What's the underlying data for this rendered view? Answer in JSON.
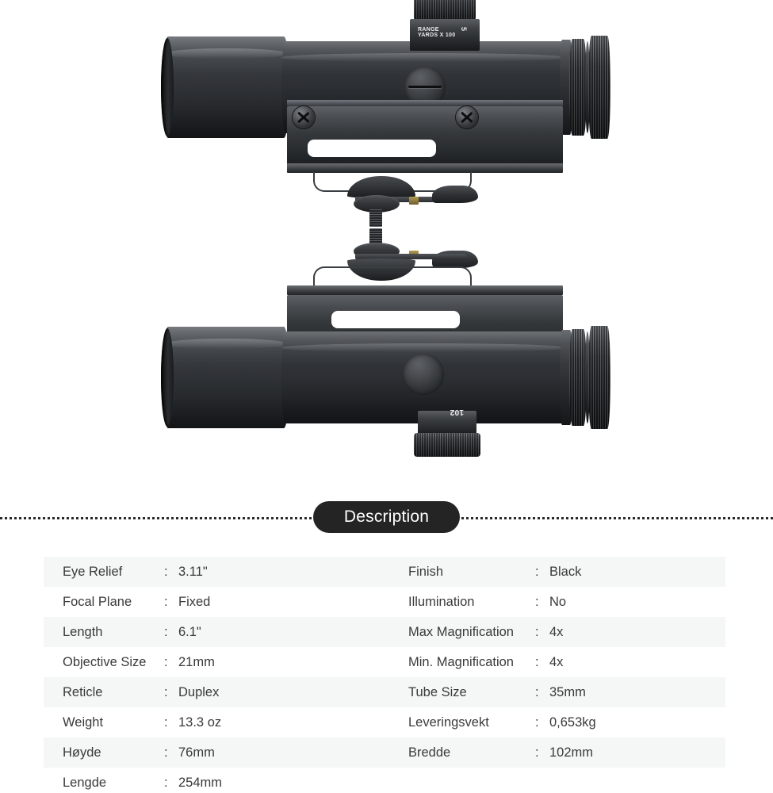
{
  "product_image": {
    "alt": "Two 4x35 prism rifle scopes with quick-detach mounts, upper upright and lower inverted",
    "upper_scope": {
      "turret_label_line1": "RANGE",
      "turret_label_line2": "YARDS X 100",
      "turret_mark": "5"
    },
    "lower_scope": {
      "turret_mark": "102"
    }
  },
  "divider": {
    "pill_label": "Description",
    "pill_bg": "#242424",
    "pill_text_color": "#ffffff",
    "line_color": "#2b2b2b"
  },
  "spec_table": {
    "row_stripe_color": "#f5f6f6",
    "row_alt_color": "#ffffff",
    "text_color": "#3a3a3a",
    "separator": ":",
    "rows": [
      {
        "left": {
          "label": "Eye Relief",
          "value": "3.11\""
        },
        "right": {
          "label": "Finish",
          "value": "Black"
        }
      },
      {
        "left": {
          "label": "Focal Plane",
          "value": "Fixed"
        },
        "right": {
          "label": "Illumination",
          "value": "No"
        }
      },
      {
        "left": {
          "label": "Length",
          "value": "6.1\""
        },
        "right": {
          "label": "Max Magnification",
          "value": "4x"
        }
      },
      {
        "left": {
          "label": "Objective Size",
          "value": "21mm"
        },
        "right": {
          "label": "Min. Magnification",
          "value": "4x"
        }
      },
      {
        "left": {
          "label": "Reticle",
          "value": "Duplex"
        },
        "right": {
          "label": "Tube Size",
          "value": "35mm"
        }
      },
      {
        "left": {
          "label": "Weight",
          "value": "13.3 oz"
        },
        "right": {
          "label": "Leveringsvekt",
          "value": "0,653kg"
        }
      },
      {
        "left": {
          "label": "Høyde",
          "value": "76mm"
        },
        "right": {
          "label": "Bredde",
          "value": "102mm"
        }
      },
      {
        "left": {
          "label": "Lengde",
          "value": "254mm"
        },
        "right": {
          "label": "",
          "value": ""
        }
      }
    ]
  }
}
